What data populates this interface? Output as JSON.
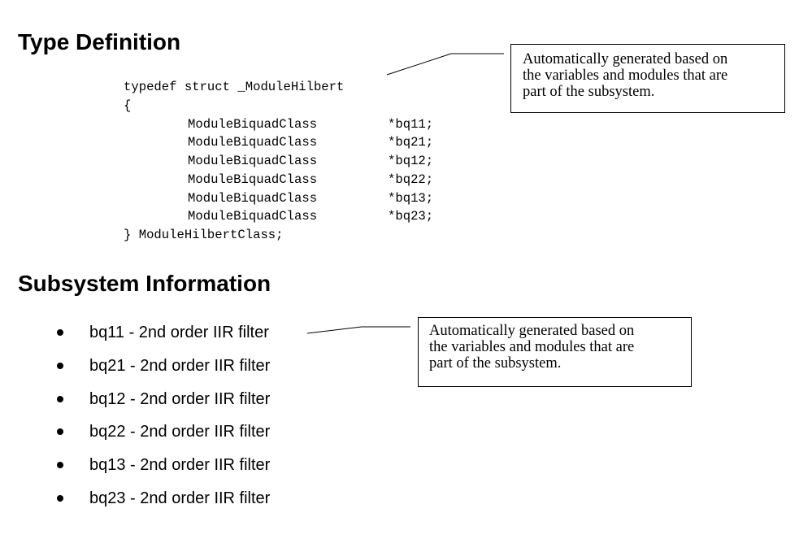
{
  "sections": {
    "type_definition": {
      "title": "Type Definition",
      "code": {
        "header": "typedef struct _ModuleHilbert",
        "open_brace": "{",
        "members": [
          {
            "type": "ModuleBiquadClass",
            "name": "*bq11;"
          },
          {
            "type": "ModuleBiquadClass",
            "name": "*bq21;"
          },
          {
            "type": "ModuleBiquadClass",
            "name": "*bq12;"
          },
          {
            "type": "ModuleBiquadClass",
            "name": "*bq22;"
          },
          {
            "type": "ModuleBiquadClass",
            "name": "*bq13;"
          },
          {
            "type": "ModuleBiquadClass",
            "name": "*bq23;"
          }
        ],
        "footer": "} ModuleHilbertClass;"
      }
    },
    "subsystem_information": {
      "title": "Subsystem Information",
      "items": [
        "bq11 - 2nd order IIR filter",
        "bq21 - 2nd order IIR filter",
        "bq12 - 2nd order IIR filter",
        "bq22 - 2nd order IIR filter",
        "bq13 - 2nd order IIR filter",
        "bq23 - 2nd order IIR filter"
      ]
    }
  },
  "callouts": [
    {
      "lines": [
        "Automatically generated based on",
        "the variables and modules that are",
        "part of the subsystem."
      ]
    },
    {
      "lines": [
        "Automatically generated based on",
        "the variables and modules that are",
        "part of the subsystem."
      ]
    }
  ]
}
